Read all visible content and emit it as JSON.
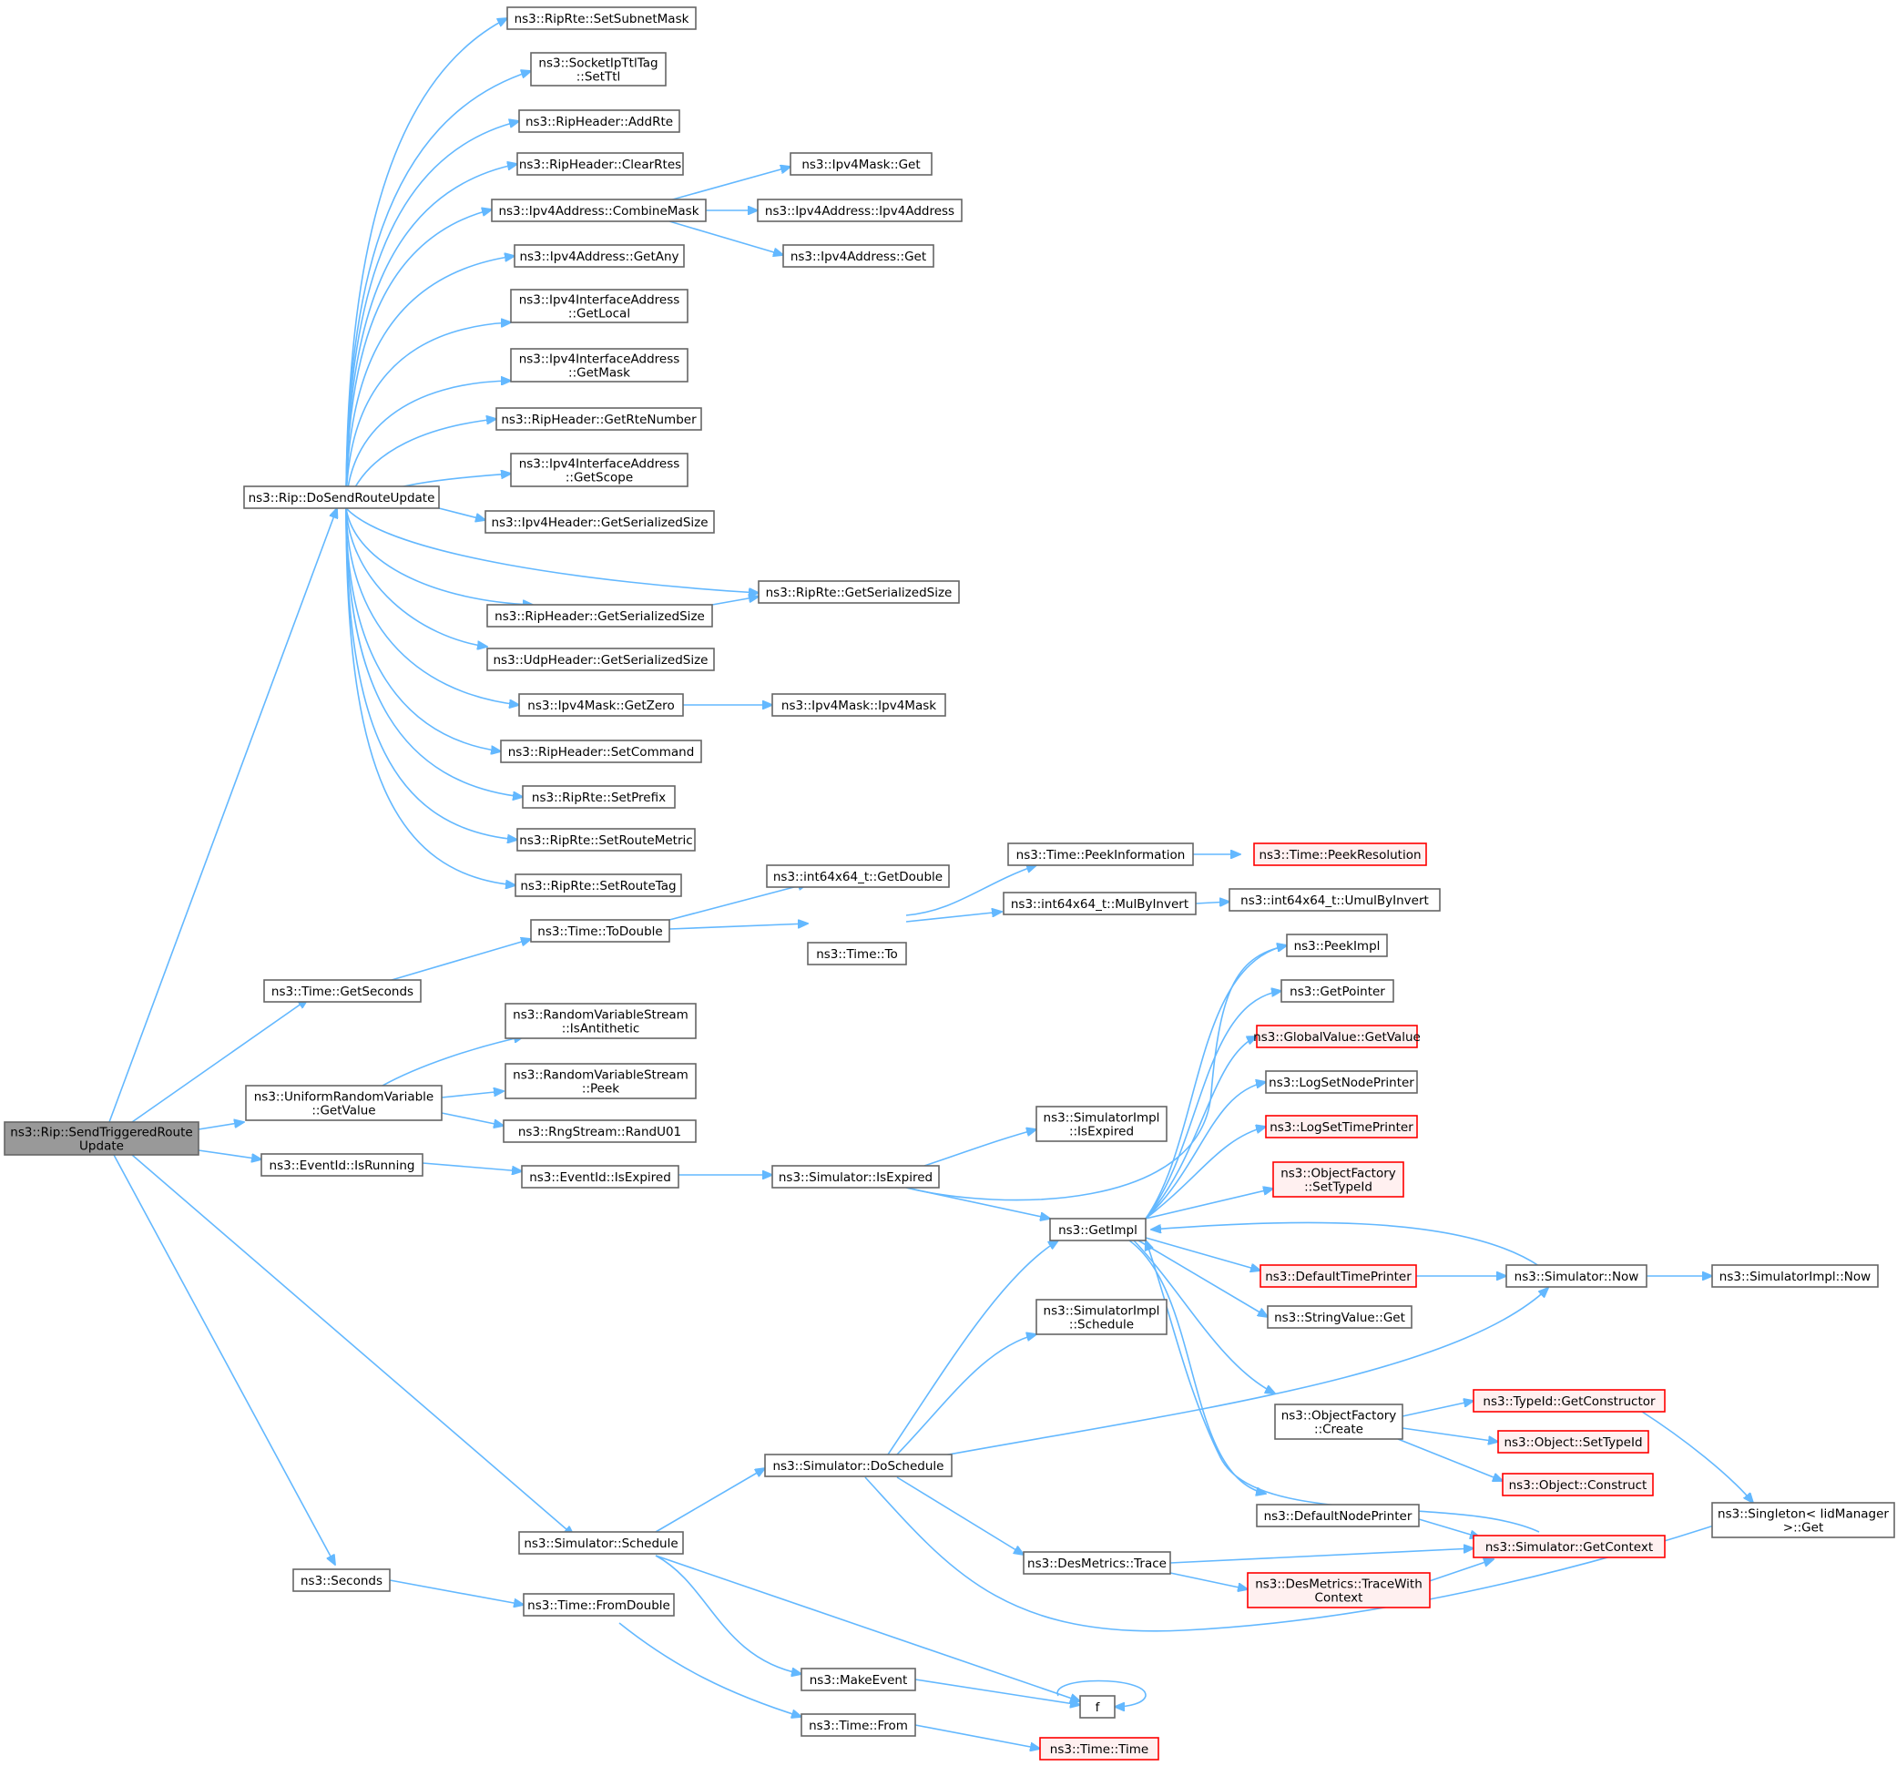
{
  "graph": {
    "nodes": [
      {
        "id": "n_root",
        "lines": [
          "ns3::Rip::SendTriggeredRoute",
          "Update"
        ],
        "style": "root"
      },
      {
        "id": "n_dosend",
        "lines": [
          "ns3::Rip::DoSendRouteUpdate"
        ]
      },
      {
        "id": "n_setsubnetmask",
        "lines": [
          "ns3::RipRte::SetSubnetMask"
        ]
      },
      {
        "id": "n_setttl",
        "lines": [
          "ns3::SocketIpTtlTag",
          "::SetTtl"
        ]
      },
      {
        "id": "n_addrte",
        "lines": [
          "ns3::RipHeader::AddRte"
        ]
      },
      {
        "id": "n_clearrtes",
        "lines": [
          "ns3::RipHeader::ClearRtes"
        ]
      },
      {
        "id": "n_combinemask",
        "lines": [
          "ns3::Ipv4Address::CombineMask"
        ]
      },
      {
        "id": "n_ipv4maskget",
        "lines": [
          "ns3::Ipv4Mask::Get"
        ]
      },
      {
        "id": "n_ipv4addrctor",
        "lines": [
          "ns3::Ipv4Address::Ipv4Address"
        ]
      },
      {
        "id": "n_ipv4addrget",
        "lines": [
          "ns3::Ipv4Address::Get"
        ]
      },
      {
        "id": "n_getany",
        "lines": [
          "ns3::Ipv4Address::GetAny"
        ]
      },
      {
        "id": "n_getlocal",
        "lines": [
          "ns3::Ipv4InterfaceAddress",
          "::GetLocal"
        ]
      },
      {
        "id": "n_getmask",
        "lines": [
          "ns3::Ipv4InterfaceAddress",
          "::GetMask"
        ]
      },
      {
        "id": "n_getrtenumber",
        "lines": [
          "ns3::RipHeader::GetRteNumber"
        ]
      },
      {
        "id": "n_getscope",
        "lines": [
          "ns3::Ipv4InterfaceAddress",
          "::GetScope"
        ]
      },
      {
        "id": "n_ipv4hdrsize",
        "lines": [
          "ns3::Ipv4Header::GetSerializedSize"
        ]
      },
      {
        "id": "n_riprtesize",
        "lines": [
          "ns3::RipRte::GetSerializedSize"
        ]
      },
      {
        "id": "n_riphdrsize",
        "lines": [
          "ns3::RipHeader::GetSerializedSize"
        ]
      },
      {
        "id": "n_udphdrsize",
        "lines": [
          "ns3::UdpHeader::GetSerializedSize"
        ]
      },
      {
        "id": "n_getzero",
        "lines": [
          "ns3::Ipv4Mask::GetZero"
        ]
      },
      {
        "id": "n_ipv4maskctor",
        "lines": [
          "ns3::Ipv4Mask::Ipv4Mask"
        ]
      },
      {
        "id": "n_setcommand",
        "lines": [
          "ns3::RipHeader::SetCommand"
        ]
      },
      {
        "id": "n_setprefix",
        "lines": [
          "ns3::RipRte::SetPrefix"
        ]
      },
      {
        "id": "n_setroutemetric",
        "lines": [
          "ns3::RipRte::SetRouteMetric"
        ]
      },
      {
        "id": "n_setroutetag",
        "lines": [
          "ns3::RipRte::SetRouteTag"
        ]
      },
      {
        "id": "n_getdouble",
        "lines": [
          "ns3::int64x64_t::GetDouble"
        ]
      },
      {
        "id": "n_peekinfo",
        "lines": [
          "ns3::Time::PeekInformation"
        ]
      },
      {
        "id": "n_peekres",
        "lines": [
          "ns3::Time::PeekResolution"
        ],
        "style": "trunc"
      },
      {
        "id": "n_todouble",
        "lines": [
          "ns3::Time::ToDouble"
        ]
      },
      {
        "id": "n_timeto",
        "lines": [
          "ns3::Time::To"
        ]
      },
      {
        "id": "n_mulbyinvert",
        "lines": [
          "ns3::int64x64_t::MulByInvert"
        ]
      },
      {
        "id": "n_umulbyinvert",
        "lines": [
          "ns3::int64x64_t::UmulByInvert"
        ]
      },
      {
        "id": "n_getseconds",
        "lines": [
          "ns3::Time::GetSeconds"
        ]
      },
      {
        "id": "n_peekimpl",
        "lines": [
          "ns3::PeekImpl"
        ]
      },
      {
        "id": "n_getpointer",
        "lines": [
          "ns3::GetPointer"
        ]
      },
      {
        "id": "n_isantithetic",
        "lines": [
          "ns3::RandomVariableStream",
          "::IsAntithetic"
        ]
      },
      {
        "id": "n_gvgetvalue",
        "lines": [
          "ns3::GlobalValue::GetValue"
        ],
        "style": "trunc"
      },
      {
        "id": "n_peek",
        "lines": [
          "ns3::RandomVariableStream",
          "::Peek"
        ]
      },
      {
        "id": "n_logsetnode",
        "lines": [
          "ns3::LogSetNodePrinter"
        ]
      },
      {
        "id": "n_urvgetvalue",
        "lines": [
          "ns3::UniformRandomVariable",
          "::GetValue"
        ]
      },
      {
        "id": "n_logsettime",
        "lines": [
          "ns3::LogSetTimePrinter"
        ],
        "style": "trunc"
      },
      {
        "id": "n_randu01",
        "lines": [
          "ns3::RngStream::RandU01"
        ]
      },
      {
        "id": "n_simimplisexpired",
        "lines": [
          "ns3::SimulatorImpl",
          "::IsExpired"
        ]
      },
      {
        "id": "n_isrunning",
        "lines": [
          "ns3::EventId::IsRunning"
        ]
      },
      {
        "id": "n_eventisexpired",
        "lines": [
          "ns3::EventId::IsExpired"
        ]
      },
      {
        "id": "n_simisexpired",
        "lines": [
          "ns3::Simulator::IsExpired"
        ]
      },
      {
        "id": "n_ofsettypeid",
        "lines": [
          "ns3::ObjectFactory",
          "::SetTypeId"
        ],
        "style": "trunc"
      },
      {
        "id": "n_getimpl",
        "lines": [
          "ns3::GetImpl"
        ]
      },
      {
        "id": "n_deftimeprinter",
        "lines": [
          "ns3::DefaultTimePrinter"
        ],
        "style": "trunc"
      },
      {
        "id": "n_simnow",
        "lines": [
          "ns3::Simulator::Now"
        ]
      },
      {
        "id": "n_simimplnow",
        "lines": [
          "ns3::SimulatorImpl::Now"
        ]
      },
      {
        "id": "n_simimplschedule",
        "lines": [
          "ns3::SimulatorImpl",
          "::Schedule"
        ]
      },
      {
        "id": "n_stringget",
        "lines": [
          "ns3::StringValue::Get"
        ]
      },
      {
        "id": "n_getconstructor",
        "lines": [
          "ns3::TypeId::GetConstructor"
        ],
        "style": "trunc"
      },
      {
        "id": "n_ofcreate",
        "lines": [
          "ns3::ObjectFactory",
          "::Create"
        ]
      },
      {
        "id": "n_objsettypeid",
        "lines": [
          "ns3::Object::SetTypeId"
        ],
        "style": "trunc"
      },
      {
        "id": "n_doschedule",
        "lines": [
          "ns3::Simulator::DoSchedule"
        ]
      },
      {
        "id": "n_construct",
        "lines": [
          "ns3::Object::Construct"
        ],
        "style": "trunc"
      },
      {
        "id": "n_defnodeprinter",
        "lines": [
          "ns3::DefaultNodePrinter"
        ]
      },
      {
        "id": "n_singletonget",
        "lines": [
          "ns3::Singleton< IidManager",
          " >::Get"
        ]
      },
      {
        "id": "n_simschedule",
        "lines": [
          "ns3::Simulator::Schedule"
        ]
      },
      {
        "id": "n_getcontext",
        "lines": [
          "ns3::Simulator::GetContext"
        ],
        "style": "trunc"
      },
      {
        "id": "n_destrace",
        "lines": [
          "ns3::DesMetrics::Trace"
        ]
      },
      {
        "id": "n_seconds",
        "lines": [
          "ns3::Seconds"
        ]
      },
      {
        "id": "n_fromdouble",
        "lines": [
          "ns3::Time::FromDouble"
        ]
      },
      {
        "id": "n_tracewithctx",
        "lines": [
          "ns3::DesMetrics::TraceWith",
          "Context"
        ],
        "style": "trunc"
      },
      {
        "id": "n_makeevent",
        "lines": [
          "ns3::MakeEvent"
        ]
      },
      {
        "id": "n_f",
        "lines": [
          "f"
        ]
      },
      {
        "id": "n_timefrom",
        "lines": [
          "ns3::Time::From"
        ]
      },
      {
        "id": "n_timetime",
        "lines": [
          "ns3::Time::Time"
        ],
        "style": "trunc"
      }
    ]
  }
}
